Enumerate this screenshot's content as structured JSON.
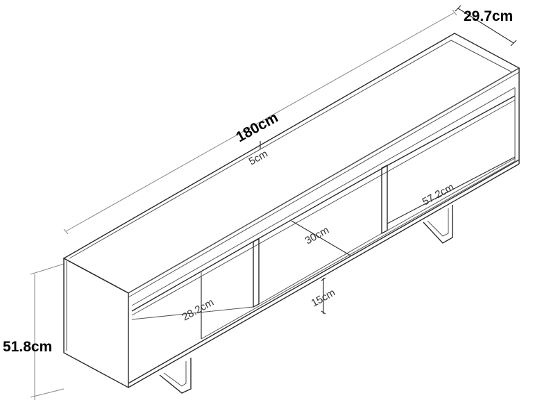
{
  "dimensions": {
    "width": "180cm",
    "depth": "29.7cm",
    "height": "51.8cm",
    "top_gap": "5cm",
    "left_compartment_height": "28.2cm",
    "middle_compartment_depth": "30cm",
    "bottom_clearance": "15cm",
    "right_compartment_width": "57.2cm"
  }
}
